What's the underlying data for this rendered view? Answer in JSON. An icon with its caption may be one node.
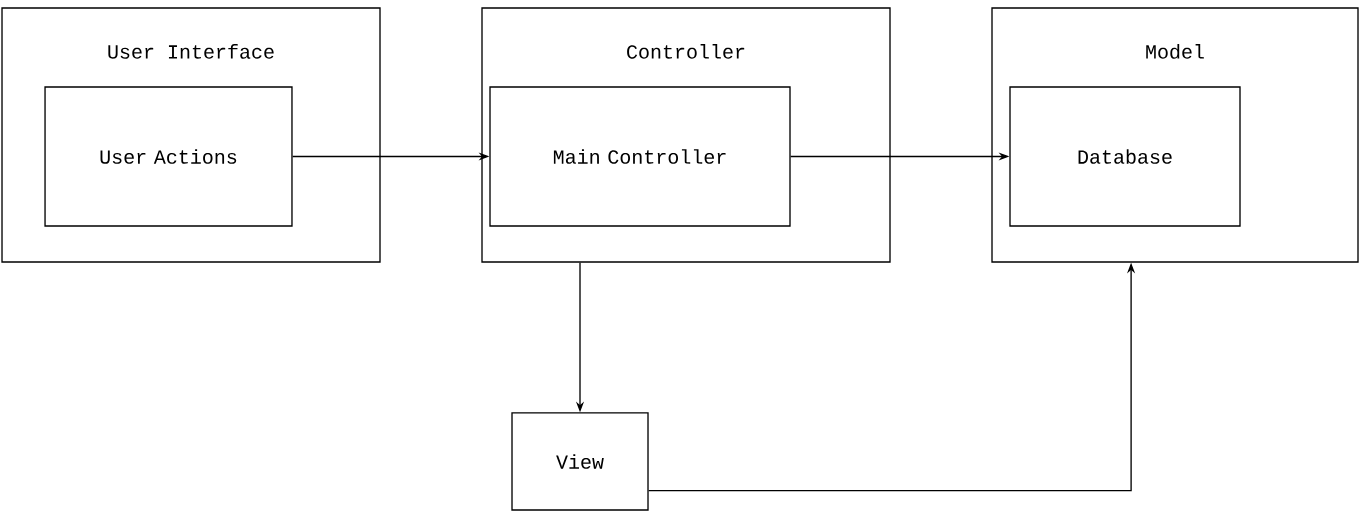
{
  "diagram": {
    "nodes": [
      {
        "text": [
          "User Interface"
        ]
      },
      {
        "text": [
          "User Actions"
        ],
        "in": 0
      },
      {
        "text": [
          "Controller"
        ]
      },
      {
        "text": [
          "Main Controller"
        ],
        "in": 2
      },
      {
        "text": [
          "Model"
        ]
      },
      {
        "text": [
          "Database"
        ],
        "in": 4
      },
      {
        "text": [
          "View"
        ]
      }
    ],
    "edges": [
      {
        "from": 1,
        "to": 3,
        "arrow": "to"
      },
      {
        "from": 3,
        "to": 5,
        "arrow": "to"
      },
      {
        "from": 2,
        "to": 6,
        "arrow": "to"
      },
      {
        "from": 6,
        "to": 4,
        "arrow": "to"
      }
    ]
  }
}
